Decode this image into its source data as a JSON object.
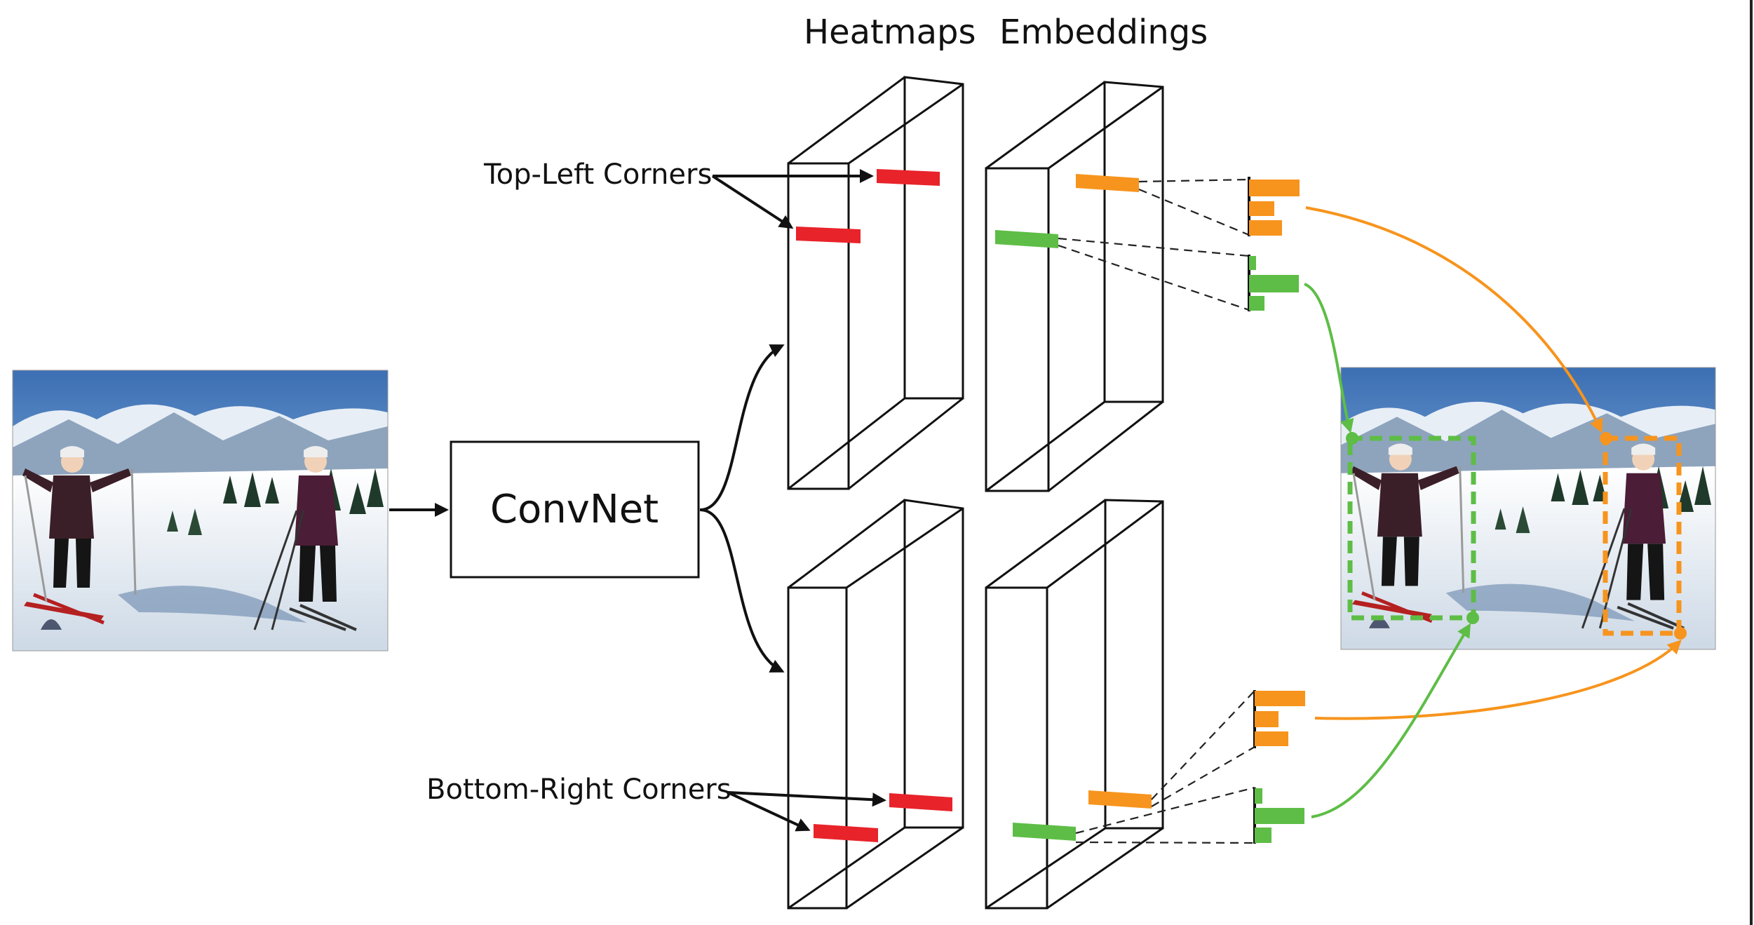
{
  "labels": {
    "heatmaps": "Heatmaps",
    "embeddings": "Embeddings",
    "convnet": "ConvNet",
    "top_left_corners": "Top-Left Corners",
    "bottom_right_corners": "Bottom-Right Corners"
  },
  "colors": {
    "heatmap_mark": "#e8232a",
    "embedding_a": "#f7941d",
    "embedding_b": "#5ebd46",
    "stroke": "#111111",
    "sky": "#4f86c6",
    "snow": "#e9eef4"
  },
  "input_image": {
    "content": "photo of two skiers on a snowy mountain slope"
  },
  "output_image": {
    "content": "same skier photo with green and orange dashed bounding boxes"
  }
}
